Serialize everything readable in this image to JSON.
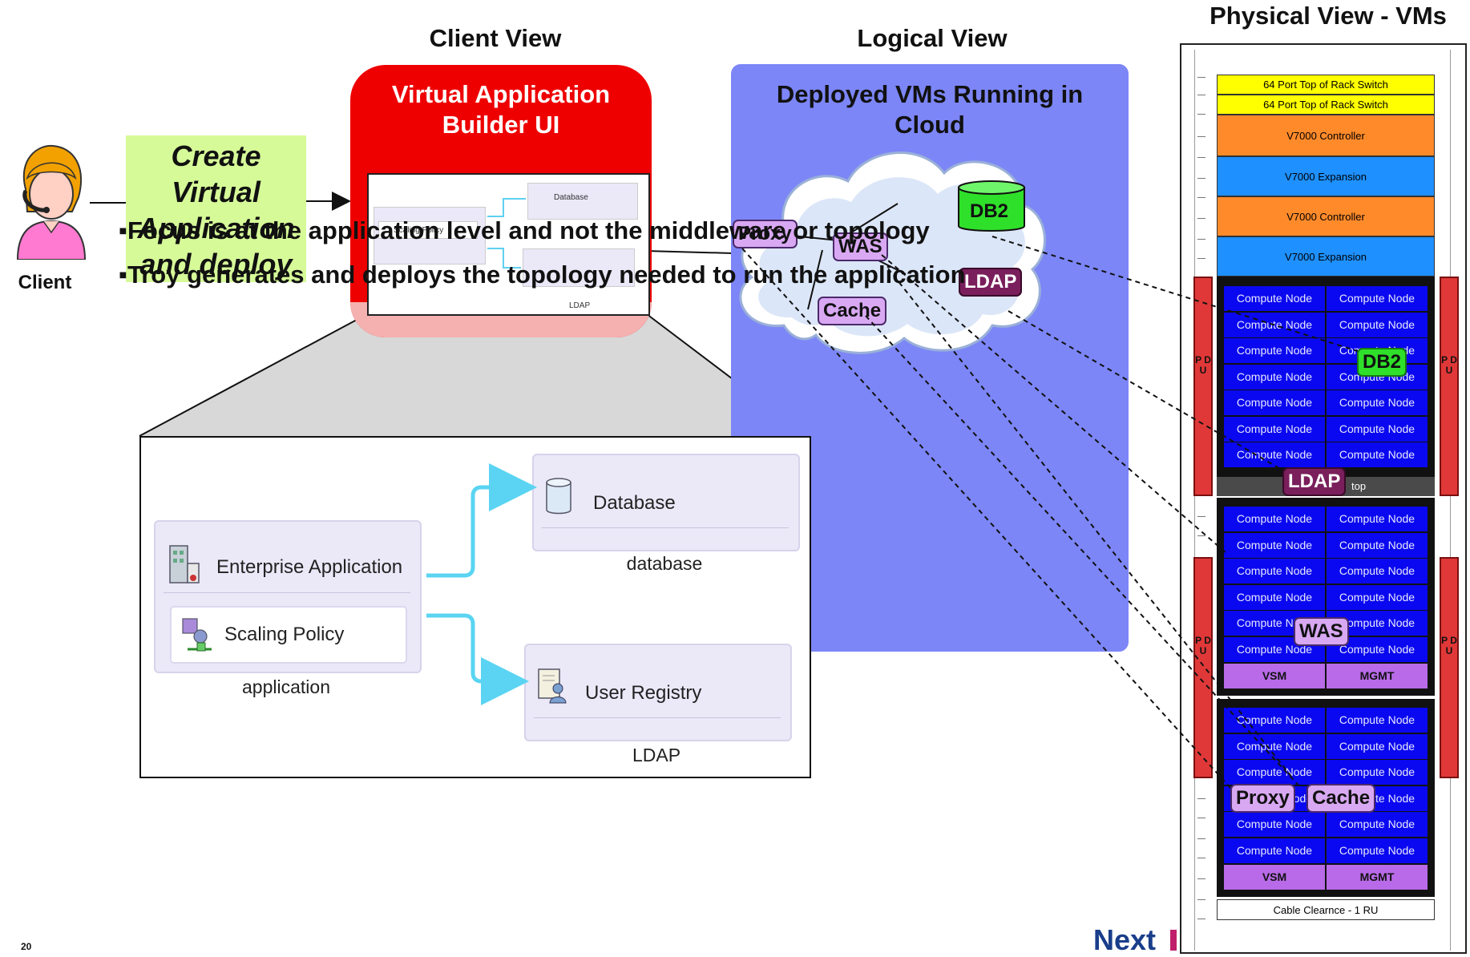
{
  "headers": {
    "client_view": "Client View",
    "logical_view": "Logical View",
    "physical_view": "Physical View - VMs"
  },
  "client": {
    "label": "Client"
  },
  "create_box": {
    "text": "Create Virtual Application and deploy"
  },
  "client_panel": {
    "title_line1": "Virtual Application",
    "title_line2": "Builder UI",
    "mini": {
      "database": "Database",
      "scaling": "Scaling Policy",
      "ldap": "LDAP"
    }
  },
  "logical_panel": {
    "title_line1": "Deployed VMs Running in",
    "title_line2": "Cloud",
    "vms": [
      "Proxy",
      "WAS",
      "DB2",
      "LDAP",
      "Cache"
    ]
  },
  "bullets": [
    "▪Focus is at the application level and not the middleware or topology",
    "▪Troy generates and deploys the topology needed to run the application"
  ],
  "canvas": {
    "enterprise_app": "Enterprise Application",
    "scaling_policy": "Scaling Policy",
    "application_label": "application",
    "database": "Database",
    "database_label": "database",
    "user_registry": "User Registry",
    "ldap_label": "LDAP"
  },
  "rack": {
    "switch1": "64 Port Top of Rack Switch",
    "switch2": "64 Port Top of Rack Switch",
    "controller1": "V7000 Controller",
    "expansion1": "V7000 Expansion",
    "controller2": "V7000 Controller",
    "expansion2": "V7000 Expansion",
    "compute_node": "Compute Node",
    "top_label": "top",
    "vsm": "VSM",
    "mgmt": "MGMT",
    "cable_clearance": "Cable Clearnce - 1 RU",
    "pdu": "P D U",
    "vms": {
      "db2": "DB2",
      "ldap": "LDAP",
      "was": "WAS",
      "proxy": "Proxy",
      "cache": "Cache"
    }
  },
  "footer": {
    "logo_text": "Next",
    "page_number": "20"
  },
  "colors": {
    "red_panel": "#ee0000",
    "logical_panel": "#7c86f7",
    "create_box": "#d6fa98",
    "compute_node": "#0a08f0",
    "switch": "#ffff00",
    "controller": "#ff8a2a",
    "expansion": "#1e90ff",
    "vm_purple": "#d8a8f2",
    "vm_db2": "#2fe02a",
    "vm_ldap": "#7a1e5c"
  }
}
